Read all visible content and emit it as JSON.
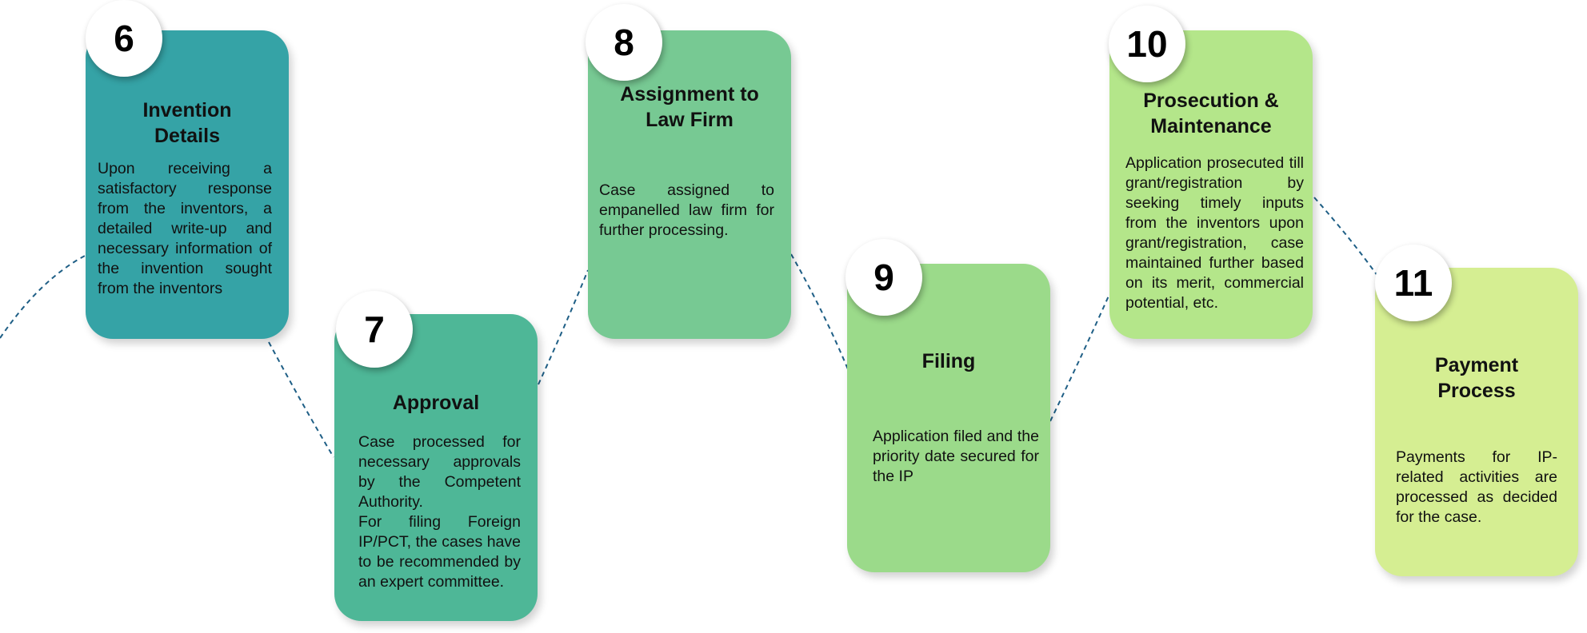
{
  "steps": [
    {
      "number": "6",
      "title": "Invention\nDetails",
      "description": [
        "Upon receiving a satisfactory response from the inventors, a detailed write-up and necessary information of the invention sought from the inventors"
      ],
      "color": "#35A3A6"
    },
    {
      "number": "7",
      "title": "Approval",
      "description": [
        "Case processed for necessary approvals by the Competent Authority.",
        "For filing Foreign IP/PCT, the cases have to be recommended by an expert committee."
      ],
      "color": "#4EB797"
    },
    {
      "number": "8",
      "title": "Assignment to\nLaw Firm",
      "description": [
        "Case assigned to empanelled law firm for further processing."
      ],
      "color": "#77C993"
    },
    {
      "number": "9",
      "title": "Filing",
      "description": [
        "Application filed and the priority date secured for the IP"
      ],
      "color": "#9BDA8A"
    },
    {
      "number": "10",
      "title": "Prosecution &\nMaintenance",
      "description": [
        "Application prosecuted till grant/registration by seeking timely inputs from the inventors upon grant/registration, case maintained further based on its merit, commercial potential, etc."
      ],
      "color": "#B4E68A"
    },
    {
      "number": "11",
      "title": "Payment\nProcess",
      "description": [
        "Payments for IP-related activities are processed as decided for the case."
      ],
      "color": "#D5EE92"
    }
  ],
  "connector_color": "#1F5F86"
}
